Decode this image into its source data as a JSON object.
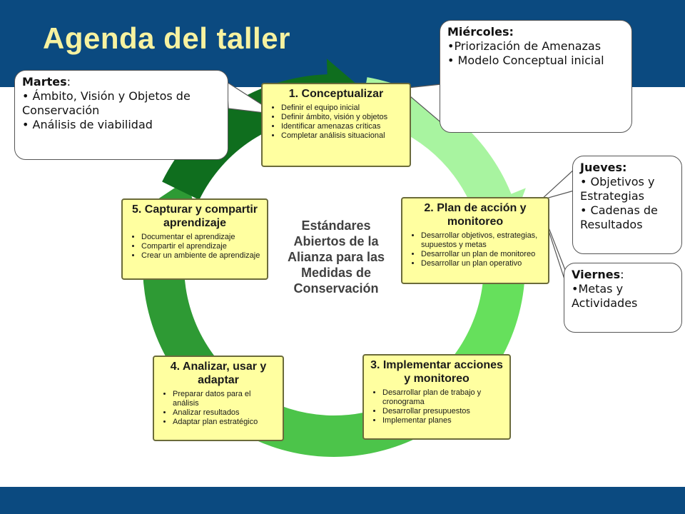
{
  "title": "Agenda del taller",
  "center_text": "Estándares Abiertos de la Alianza para las Medidas de Conservación",
  "steps": [
    {
      "title": "1. Conceptualizar",
      "items": [
        "Definir el equipo inicial",
        "Definir ámbito, visión y objetos",
        "Identificar amenazas críticas",
        "Completar análisis situacional"
      ]
    },
    {
      "title": "2. Plan de acción y monitoreo",
      "items": [
        "Desarrollar objetivos, estrategias, supuestos y metas",
        "Desarrollar un plan de monitoreo",
        "Desarrollar un plan operativo"
      ]
    },
    {
      "title": "3. Implementar acciones y monitoreo",
      "items": [
        "Desarrollar plan de trabajo y cronograma",
        "Desarrollar presupuestos",
        "Implementar planes"
      ]
    },
    {
      "title": "4. Analizar, usar y adaptar",
      "items": [
        "Preparar datos para el análisis",
        "Analizar resultados",
        "Adaptar plan estratégico"
      ]
    },
    {
      "title": "5. Capturar y compartir aprendizaje",
      "items": [
        "Documentar el aprendizaje",
        "Compartir el aprendizaje",
        "Crear un ambiente de aprendizaje"
      ]
    }
  ],
  "callouts": {
    "martes": {
      "day": "Martes",
      "colon": ":",
      "lines": [
        "• Ámbito, Visión y Objetos de Conservación",
        "• Análisis de viabilidad"
      ]
    },
    "miercoles": {
      "day": "Miércoles:",
      "lines": [
        "•Priorización de Amenazas",
        "• Modelo Conceptual inicial"
      ]
    },
    "jueves": {
      "day": "Jueves:",
      "lines": [
        "• Objetivos y Estrategias",
        "• Cadenas de Resultados"
      ]
    },
    "viernes": {
      "day": "Viernes",
      "colon": ":",
      "lines": [
        "•Metas y Actividades"
      ]
    }
  },
  "colors": {
    "band": "#0b4a80",
    "title": "#f7f2a0",
    "box_fill": "#ffffa0",
    "arrow_1": "#a8f4a0",
    "arrow_2": "#66e05c",
    "arrow_3": "#4cc44a",
    "arrow_4": "#2e9a34",
    "arrow_5": "#0f6e1e"
  }
}
